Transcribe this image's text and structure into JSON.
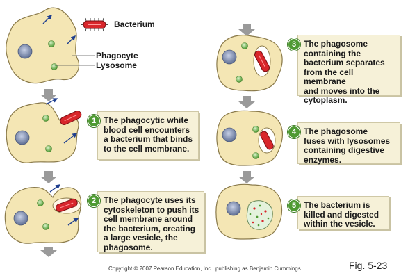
{
  "labels": {
    "bacterium": "Bacterium",
    "phagocyte": "Phagocyte",
    "lysosome": "Lysosome"
  },
  "steps": [
    {
      "number": "1",
      "text": "The phagocytic white\nblood cell encounters\na bacterium that binds\nto the cell membrane."
    },
    {
      "number": "2",
      "text": "The phagocyte uses its\ncytoskeleton to push its\ncell membrane around\nthe bacterium, creating\na large vesicle, the\nphagosome."
    },
    {
      "number": "3",
      "text": "The phagosome\ncontaining the\nbacterium separates\nfrom the cell membrane\nand moves into the\ncytoplasm."
    },
    {
      "number": "4",
      "text": "The phagosome\nfuses with lysosomes\ncontaining digestive\nenzymes."
    },
    {
      "number": "5",
      "text": "The bacterium is\nkilled and digested\nwithin the vesicle."
    }
  ],
  "footer": {
    "copyright": "Copyright © 2007 Pearson Education, Inc., publishing as Benjamin Cummings.",
    "figure": "Fig. 5-23"
  },
  "colors": {
    "cell_fill": "#f4e6b4",
    "cell_stroke": "#8a7a4a",
    "nucleus": "#7f8fb0",
    "lysosome": "#8ac86e",
    "bacterium": "#d8262b",
    "arrow": "#1f3f8f",
    "flow_arrow": "#9a9a9a",
    "step_badge": "#4f9a33",
    "step_box": "#f6f1d8"
  }
}
